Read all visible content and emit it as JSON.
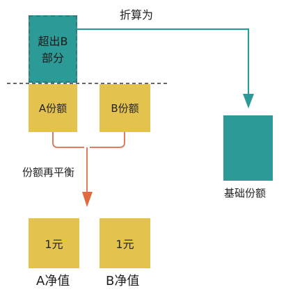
{
  "diagram": {
    "excess_box": {
      "line1": "超出B",
      "line2": "部分"
    },
    "a_share_box": {
      "label": "A份额"
    },
    "b_share_box": {
      "label": "B份额"
    },
    "convert_label": "折算为",
    "rebalance_label": "份额再平衡",
    "base_box": {
      "label": "基础份额"
    },
    "a_nav_box": {
      "value": "1元",
      "caption": "A净值"
    },
    "b_nav_box": {
      "value": "1元",
      "caption": "B净值"
    }
  },
  "colors": {
    "teal": "#2c9b97",
    "gold": "#e3c24e",
    "arrow_teal": "#2c9b97",
    "arrow_orange": "#e06b3f",
    "bracket": "#e07a5f"
  }
}
